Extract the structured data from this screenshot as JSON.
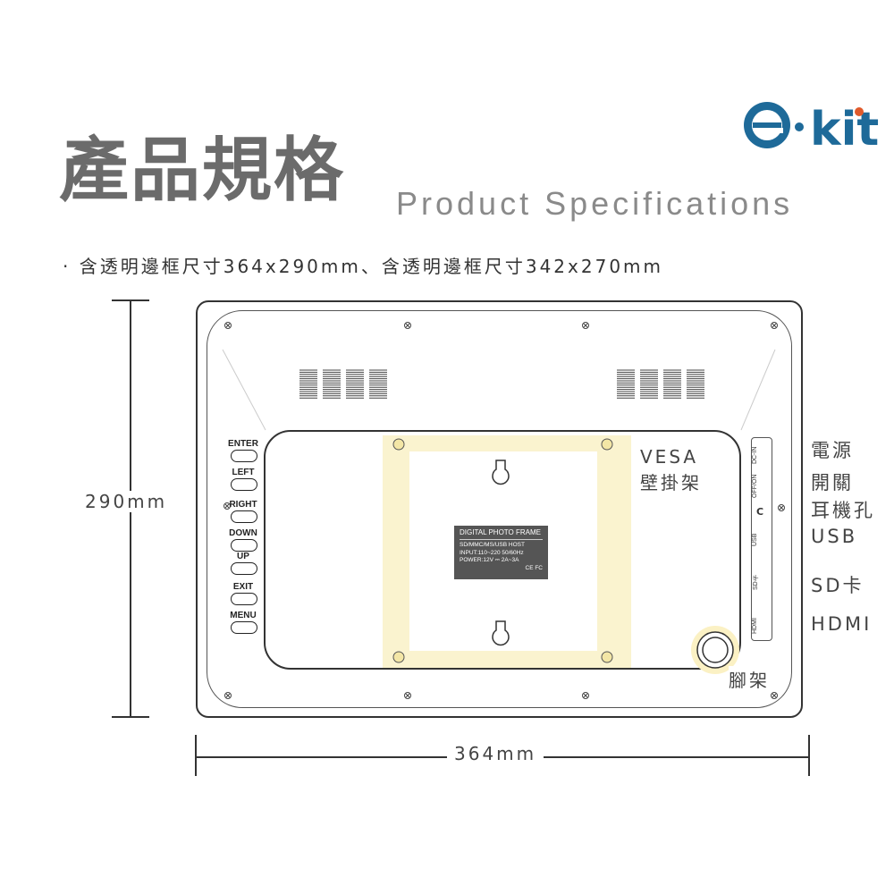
{
  "brand": {
    "logo_text": "e·kit",
    "colors": {
      "primary": "#1e6a99",
      "accent": "#e05a2b"
    }
  },
  "header": {
    "title_zh": "產品規格",
    "title_en": "Product Specifications"
  },
  "spec_line": "· 含透明邊框尺寸364x290mm、含透明邊框尺寸342x270mm",
  "dimensions": {
    "height": "290mm",
    "width": "364mm"
  },
  "buttons": [
    "ENTER",
    "LEFT",
    "RIGHT",
    "DOWN",
    "UP",
    "EXIT",
    "MENU"
  ],
  "label_plate": {
    "title": "DIGITAL PHOTO FRAME",
    "lines": [
      "SD/MMC/MS/USB HOST",
      "INPUT:110~220  50/60Hz",
      "POWER:12V ⎓ 2A~3A"
    ],
    "marks": "CE FC"
  },
  "ports": [
    "DC-IN",
    "OFF/ON",
    "USB",
    "SD卡",
    "HDMI"
  ],
  "port_labels": [
    "電源",
    "開關",
    "耳機孔",
    "USB",
    "SD卡",
    "HDMI"
  ],
  "callouts": {
    "vesa": "VESA",
    "vesa_zh": "壁掛架",
    "stand": "腳架"
  }
}
